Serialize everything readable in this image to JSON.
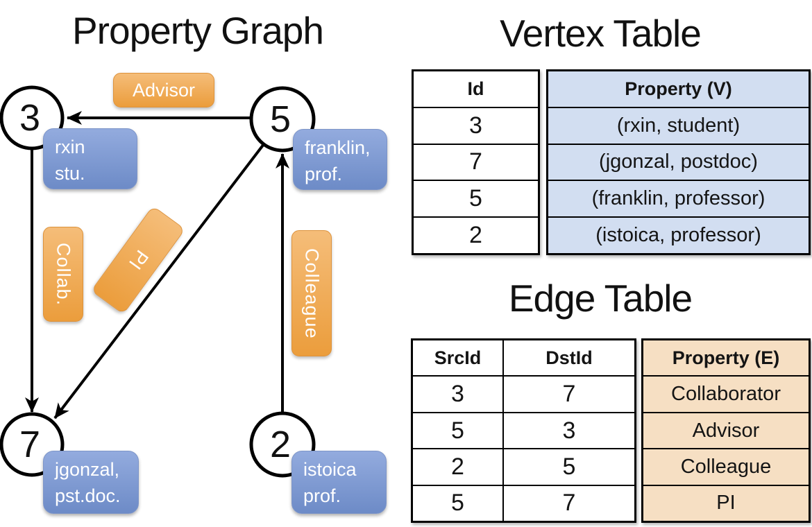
{
  "titles": {
    "graph": "Property Graph",
    "vertex": "Vertex Table",
    "edge": "Edge Table"
  },
  "graph": {
    "nodes": [
      {
        "id": "3",
        "label_line1": "rxin",
        "label_line2": "stu."
      },
      {
        "id": "5",
        "label_line1": "franklin,",
        "label_line2": "prof."
      },
      {
        "id": "7",
        "label_line1": "jgonzal,",
        "label_line2": "pst.doc."
      },
      {
        "id": "2",
        "label_line1": "istoica",
        "label_line2": "prof."
      }
    ],
    "edge_labels": {
      "advisor": "Advisor",
      "collab": "Collab.",
      "pi": "PI",
      "colleague": "Colleague"
    }
  },
  "vertex_table": {
    "headers": {
      "id": "Id",
      "property": "Property (V)"
    },
    "rows": [
      {
        "id": "3",
        "property": "(rxin, student)"
      },
      {
        "id": "7",
        "property": "(jgonzal, postdoc)"
      },
      {
        "id": "5",
        "property": "(franklin, professor)"
      },
      {
        "id": "2",
        "property": "(istoica, professor)"
      }
    ]
  },
  "edge_table": {
    "headers": {
      "src": "SrcId",
      "dst": "DstId",
      "property": "Property (E)"
    },
    "rows": [
      {
        "src": "3",
        "dst": "7",
        "property": "Collaborator"
      },
      {
        "src": "5",
        "dst": "3",
        "property": "Advisor"
      },
      {
        "src": "2",
        "dst": "5",
        "property": "Colleague"
      },
      {
        "src": "5",
        "dst": "7",
        "property": "PI"
      }
    ]
  },
  "colors": {
    "edge_label_orange": "#eda445",
    "vertex_label_blue": "#7e9ad2",
    "vertex_table_fill": "#d2def1",
    "edge_table_fill": "#f6dfc3",
    "line_black": "#000000"
  }
}
